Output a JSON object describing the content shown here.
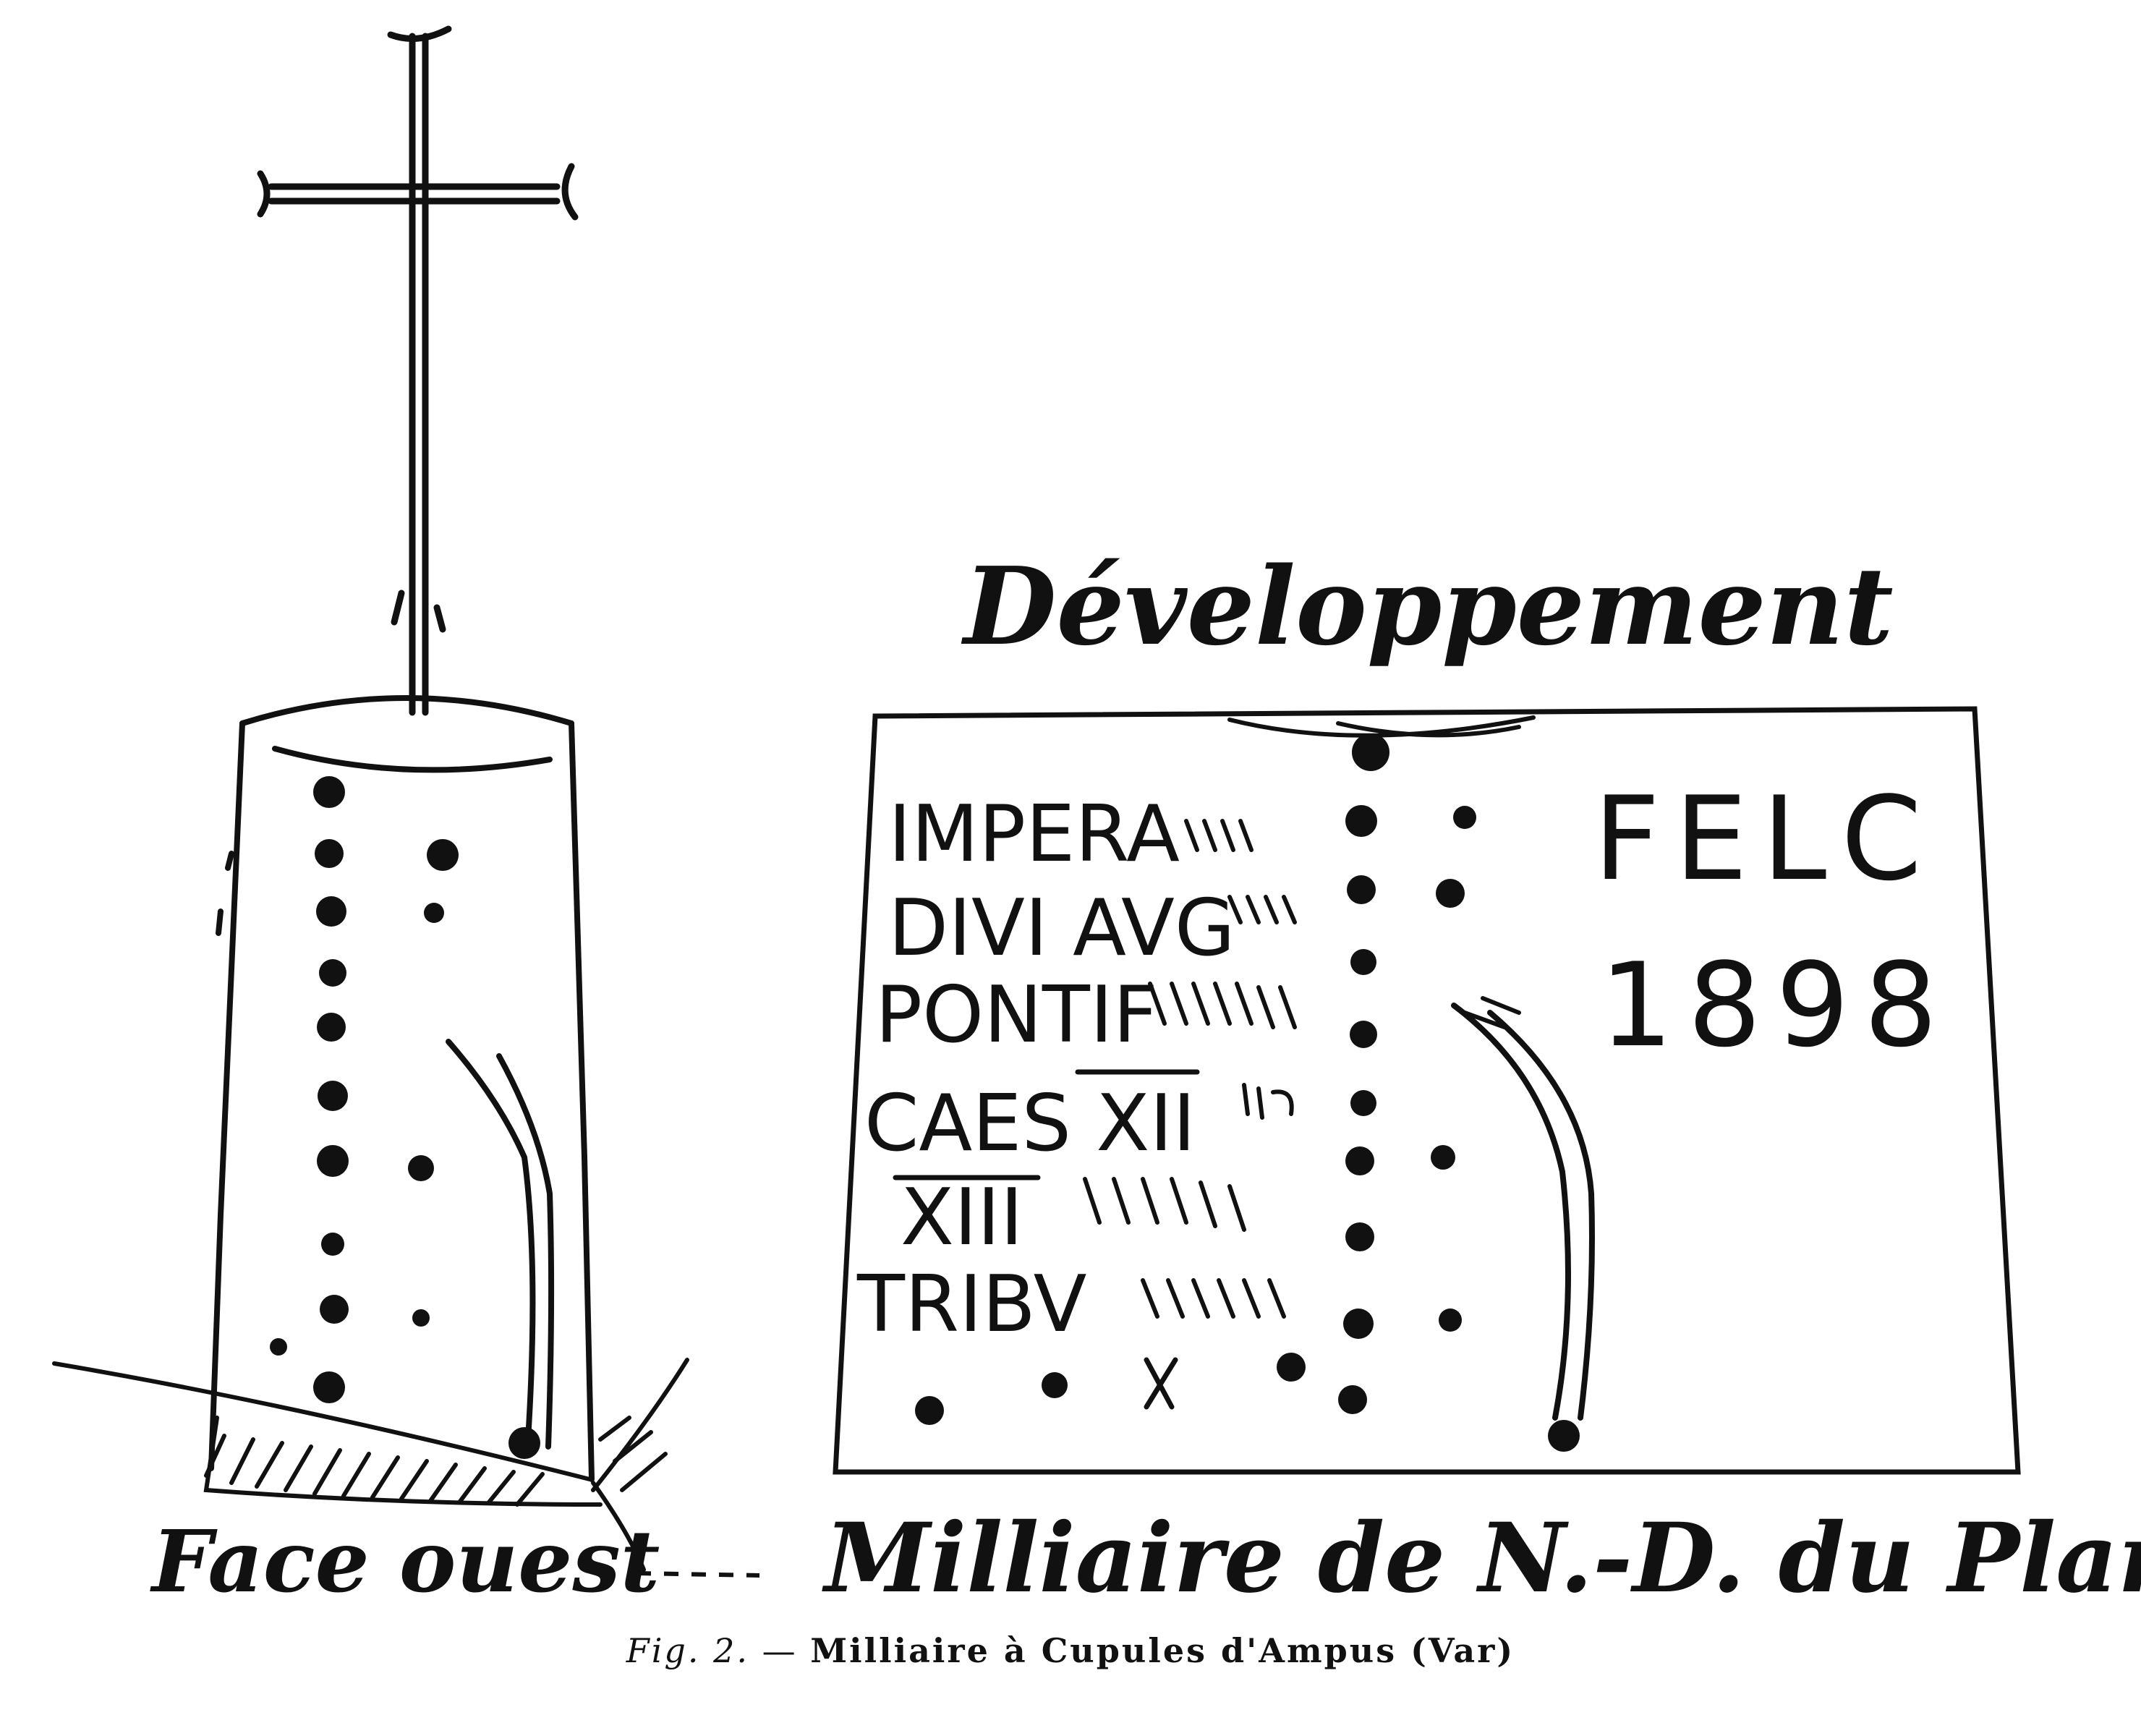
{
  "heading": "Développement",
  "inscription_lines": [
    "IMPERA",
    "DIVI AVG",
    "PONTIF",
    "CAES XII",
    "XIII",
    "TRIBV"
  ],
  "inscription_year_lines": [
    "FELC",
    "1898"
  ],
  "labels": {
    "left": "Face ouest",
    "right": "Milliaire de N.-D. du Plan."
  },
  "caption": {
    "fig": "Fig. 2.",
    "dash": "—",
    "title": "Milliaire à Cupules d'Ampus (Var)"
  }
}
